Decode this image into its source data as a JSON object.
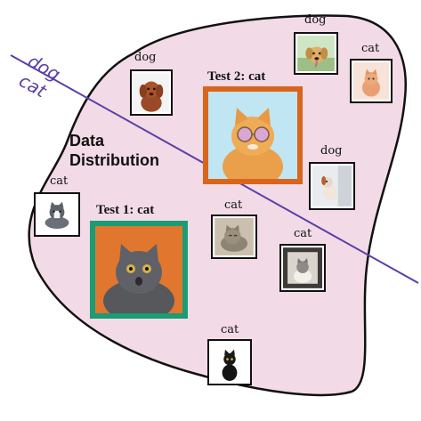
{
  "region": {
    "title_line1": "Data",
    "title_line2": "Distribution",
    "fill": "#f2dbe6",
    "stroke": "#111111"
  },
  "boundary": {
    "upper_label": "dog",
    "lower_label": "cat",
    "color": "#5b3fa8"
  },
  "tests": [
    {
      "label": "Test 1: cat",
      "frame_color": "#1a9c74",
      "subject": "grey-cat-icon"
    },
    {
      "label": "Test 2: cat",
      "frame_color": "#d9651c",
      "subject": "orange-cat-sunglasses-icon"
    }
  ],
  "samples": [
    {
      "id": "dog-top",
      "label": "dog"
    },
    {
      "id": "cat-top-right",
      "label": "cat"
    },
    {
      "id": "dog-left",
      "label": "dog"
    },
    {
      "id": "dog-right",
      "label": "dog"
    },
    {
      "id": "cat-left",
      "label": "cat"
    },
    {
      "id": "cat-middle",
      "label": "cat"
    },
    {
      "id": "cat-right",
      "label": "cat"
    },
    {
      "id": "cat-bottom",
      "label": "cat"
    }
  ]
}
